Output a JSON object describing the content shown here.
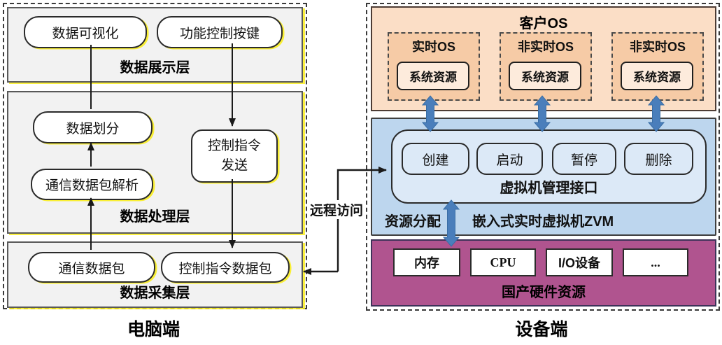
{
  "left": {
    "caption": "电脑端",
    "display_layer": {
      "label": "数据展示层",
      "node_visualization": "数据可视化",
      "node_control_buttons": "功能控制按键"
    },
    "processing_layer": {
      "label": "数据处理层",
      "node_partition": "数据划分",
      "node_send_line1": "控制指令",
      "node_send_line2": "发送",
      "node_parse": "通信数据包解析"
    },
    "collection_layer": {
      "label": "数据采集层",
      "node_comm_packet": "通信数据包",
      "node_ctrl_packet": "控制指令数据包"
    }
  },
  "connector": {
    "label": "远程访问"
  },
  "right": {
    "caption": "设备端",
    "guest_os": {
      "title": "客户OS",
      "systems": [
        {
          "name": "实时OS",
          "resource": "系统资源"
        },
        {
          "name": "非实时OS",
          "resource": "系统资源"
        },
        {
          "name": "非实时OS",
          "resource": "系统资源"
        }
      ]
    },
    "zvm": {
      "title": "嵌入式实时虚拟机ZVM",
      "interface_label": "虚拟机管理接口",
      "allocation_label": "资源分配",
      "buttons": [
        "创建",
        "启动",
        "暂停",
        "删除"
      ]
    },
    "hardware": {
      "title": "国产硬件资源",
      "items": [
        "内存",
        "CPU",
        "I/O设备",
        "..."
      ]
    }
  },
  "colors": {
    "layer_fill": "#F2F2F2",
    "layer_border": "#595959",
    "shadow_yellow": "#FAEE20",
    "guest_os_fill": "#FBDEC6",
    "os_box_fill": "#F6CBA6",
    "resource_fill": "#FDEBDC",
    "zvm_fill": "#BDD6EE",
    "mgmt_fill": "#DCE9F7",
    "hardware_fill": "#B0548F",
    "arrow_blue": "#4A7EBB",
    "line_black": "#1a1a1a"
  }
}
